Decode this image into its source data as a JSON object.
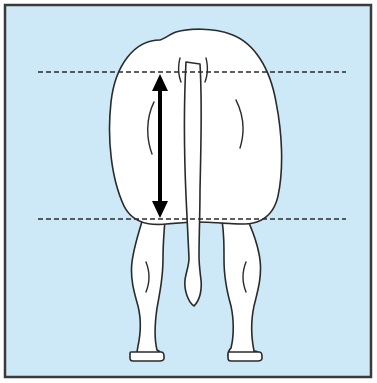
{
  "colors": {
    "panel_background": "#cde8f7",
    "panel_border": "#3a3a3a",
    "animal_fill": "#ffffff",
    "animal_outline": "#2a2a2a",
    "guide_line": "#2a2a2a",
    "measure_arrow": "#000000"
  },
  "illustration": {
    "subject": "cow-rear-view",
    "guide_lines": [
      "upper-reference-line",
      "lower-reference-line"
    ],
    "measurement": "vertical-double-arrow-between-guide-lines"
  }
}
